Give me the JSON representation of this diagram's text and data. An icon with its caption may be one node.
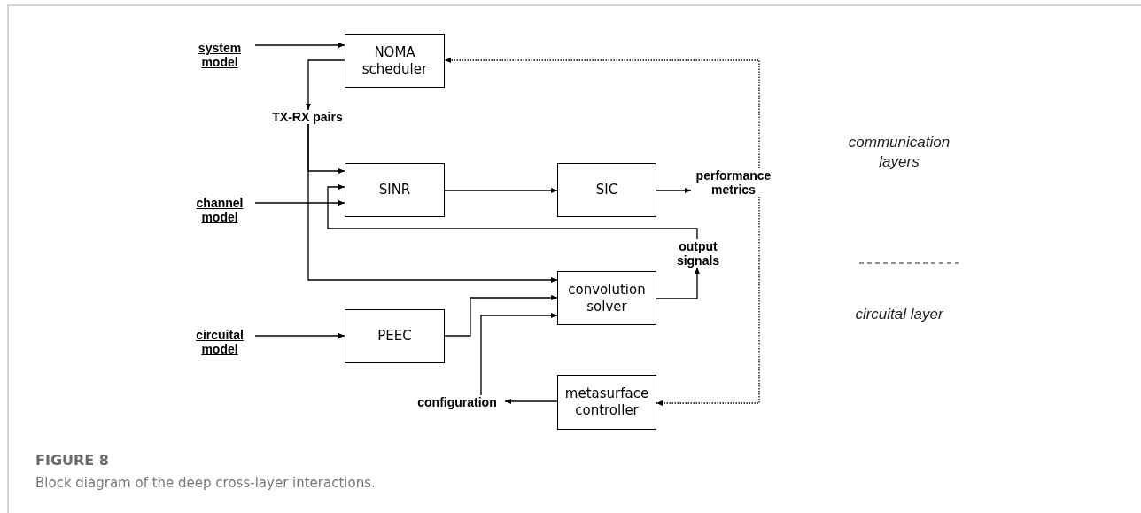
{
  "diagram": {
    "title": "FIGURE 8",
    "caption": "Block diagram of the deep cross-layer interactions.",
    "nodes": [
      {
        "text": [
          "system model"
        ]
      },
      {
        "text": [
          "NOMA scheduler"
        ]
      },
      {
        "text": [
          "TX-RX pairs"
        ]
      },
      {
        "text": [
          "channel model"
        ]
      },
      {
        "text": [
          "SINR"
        ]
      },
      {
        "text": [
          "SIC"
        ]
      },
      {
        "text": [
          "performance metrics"
        ]
      },
      {
        "text": [
          "output signals"
        ]
      },
      {
        "text": [
          "convolution solver"
        ]
      },
      {
        "text": [
          "circuital model"
        ]
      },
      {
        "text": [
          "PEEC"
        ]
      },
      {
        "text": [
          "configuration"
        ]
      },
      {
        "text": [
          "metasurface controller"
        ]
      }
    ],
    "edges": [
      {
        "from": 0,
        "to": 1,
        "arrow": "to"
      },
      {
        "from": 1,
        "to": 2,
        "arrow": "to"
      },
      {
        "from": 2,
        "to": 4,
        "arrow": "to"
      },
      {
        "from": 2,
        "to": 8,
        "arrow": "to"
      },
      {
        "from": 3,
        "to": 4,
        "arrow": "to"
      },
      {
        "from": 7,
        "to": 4,
        "arrow": "to"
      },
      {
        "from": 4,
        "to": 5,
        "arrow": "to"
      },
      {
        "from": 5,
        "to": 6,
        "arrow": "to"
      },
      {
        "from": 6,
        "to": 1,
        "arrow": "to",
        "style": "dashed"
      },
      {
        "from": 6,
        "to": 12,
        "arrow": "to",
        "style": "dashed"
      },
      {
        "from": 9,
        "to": 10,
        "arrow": "to"
      },
      {
        "from": 10,
        "to": 8,
        "arrow": "to"
      },
      {
        "from": 11,
        "to": 8,
        "arrow": "to"
      },
      {
        "from": 12,
        "to": 11,
        "arrow": "to"
      },
      {
        "from": 8,
        "to": 7,
        "arrow": "to"
      }
    ],
    "labels": [
      "communication layers",
      "circuital layer"
    ]
  }
}
